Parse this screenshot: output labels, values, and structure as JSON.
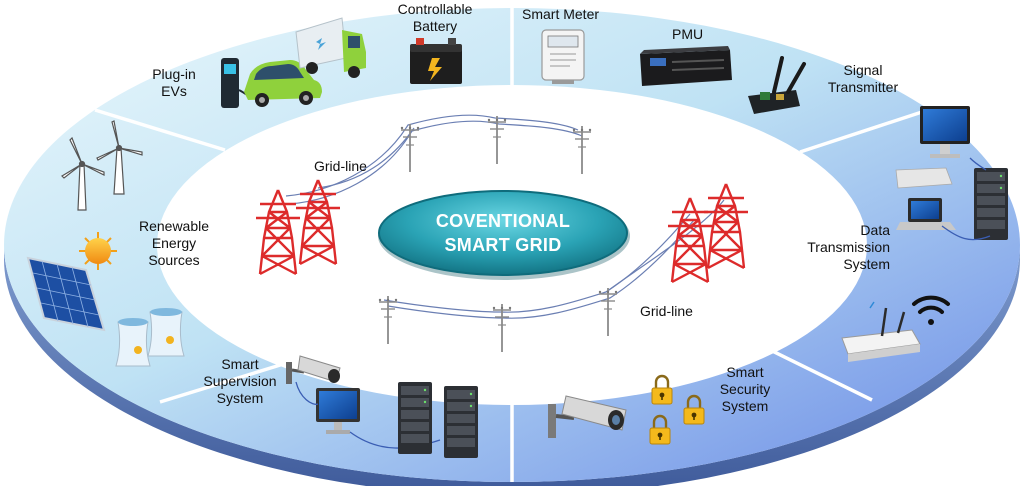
{
  "center": {
    "line1": "COVENTIONAL",
    "line2": "SMART GRID"
  },
  "grid_line_left": "Grid-line",
  "grid_line_right": "Grid-line",
  "segments": {
    "evs": {
      "line1": "Plug-in",
      "line2": "EVs"
    },
    "battery": {
      "line1": "Controllable",
      "line2": "Battery"
    },
    "smart_meter": "Smart Meter",
    "pmu": "PMU",
    "signal": {
      "line1": "Signal",
      "line2": "Transmitter"
    },
    "data": {
      "line1": "Data",
      "line2": "Transmission",
      "line3": "System"
    },
    "security": {
      "line1": "Smart",
      "line2": "Security",
      "line3": "System"
    },
    "supervision": {
      "line1": "Smart",
      "line2": "Supervision",
      "line3": "System"
    },
    "renewable": {
      "line1": "Renewable",
      "line2": "Energy",
      "line3": "Sources"
    }
  },
  "icons": [
    "ev-charger-icon",
    "electric-car-icon",
    "electric-truck-icon",
    "car-battery-icon",
    "smart-meter-icon",
    "pmu-icon",
    "signal-transmitter-icon",
    "desktop-computer-icon",
    "server-tower-icon",
    "laptop-icon",
    "wifi-icon",
    "router-icon",
    "padlock-icon",
    "security-camera-icon",
    "monitor-icon",
    "wind-turbine-icon",
    "sun-icon",
    "solar-panel-icon",
    "nuclear-plant-icon",
    "transmission-tower-icon",
    "utility-pole-icon"
  ],
  "colors": {
    "ring_light": "#e4f4fb",
    "ring_dark": "#6f8ee6",
    "center_light": "#5fcfdc",
    "center_dark": "#127585",
    "tower_red": "#dd2b2b"
  }
}
